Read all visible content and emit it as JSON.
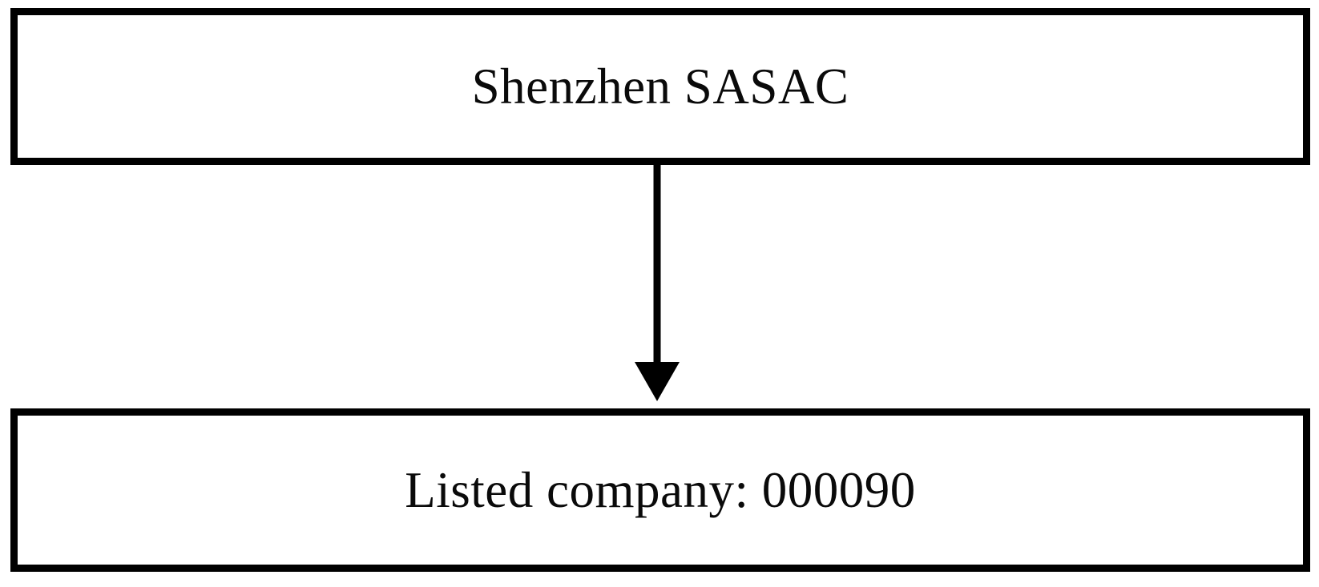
{
  "diagram": {
    "type": "ownership-structure-chart",
    "background_color": "#ffffff",
    "line_color": "#000000",
    "text_color": "#0a0a0a",
    "nodes": [
      {
        "id": "parent",
        "label": "Shenzhen SASAC",
        "role": "controlling-shareholder"
      },
      {
        "id": "child",
        "label": "Listed company: 000090",
        "role": "listed-subsidiary"
      }
    ],
    "edges": [
      {
        "from": "parent",
        "to": "child",
        "style": "solid",
        "arrow": "filled-triangle-down",
        "label": ""
      }
    ]
  }
}
